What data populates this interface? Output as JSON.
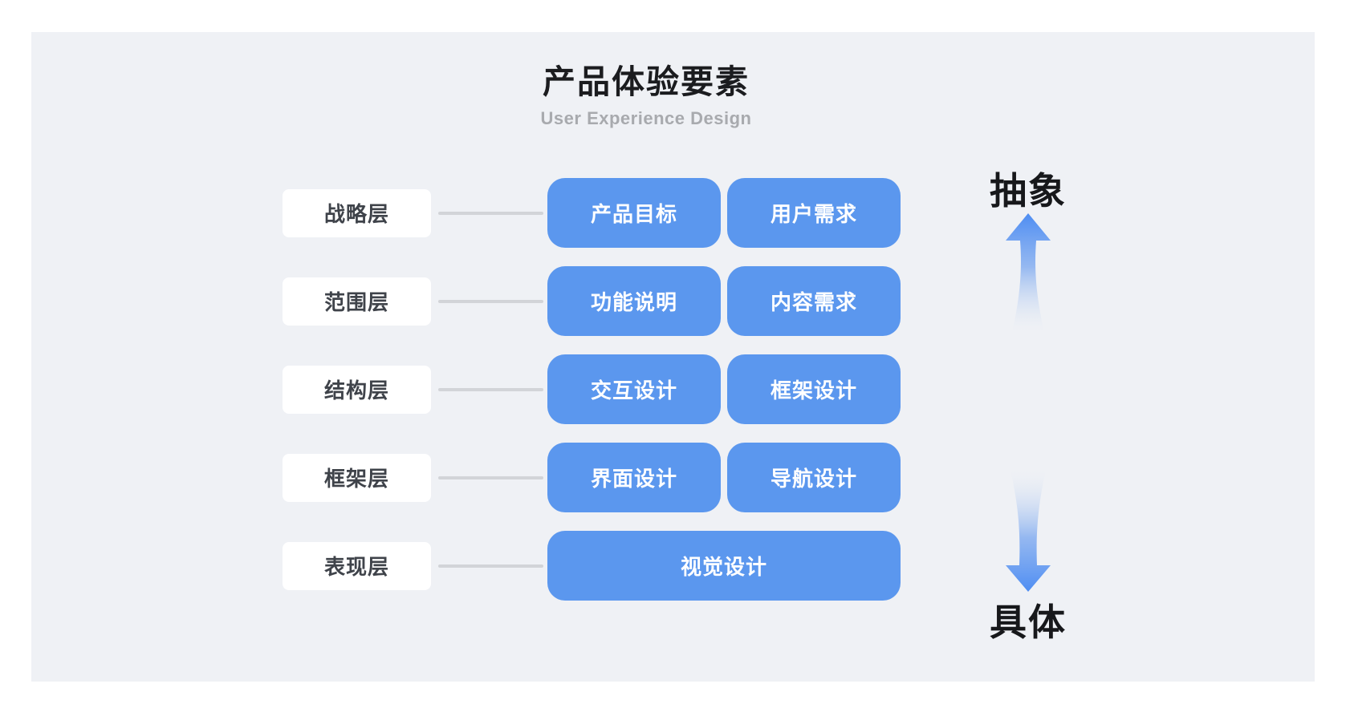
{
  "header": {
    "title": "产品体验要素",
    "subtitle": "User Experience Design"
  },
  "diagram": {
    "rows": [
      {
        "layer": "战略层",
        "items": [
          "产品目标",
          "用户需求"
        ]
      },
      {
        "layer": "范围层",
        "items": [
          "功能说明",
          "内容需求"
        ]
      },
      {
        "layer": "结构层",
        "items": [
          "交互设计",
          "框架设计"
        ]
      },
      {
        "layer": "框架层",
        "items": [
          "界面设计",
          "导航设计"
        ]
      },
      {
        "layer": "表现层",
        "items": [
          "视觉设计"
        ]
      }
    ]
  },
  "axis": {
    "top_label": "抽象",
    "bottom_label": "具体",
    "up_arrow_icon": "up-arrow",
    "down_arrow_icon": "down-arrow"
  },
  "colors": {
    "page_bg": "#ffffff",
    "card_bg": "#eff1f5",
    "box_blue": "#5b97ee",
    "box_text": "#ffffff",
    "label_bg": "#ffffff",
    "label_text": "#3f434a",
    "connector": "#d2d4d8",
    "title": "#1b1c1f",
    "subtitle": "#a8aaae",
    "arrow_blue": "#4e8df2"
  }
}
